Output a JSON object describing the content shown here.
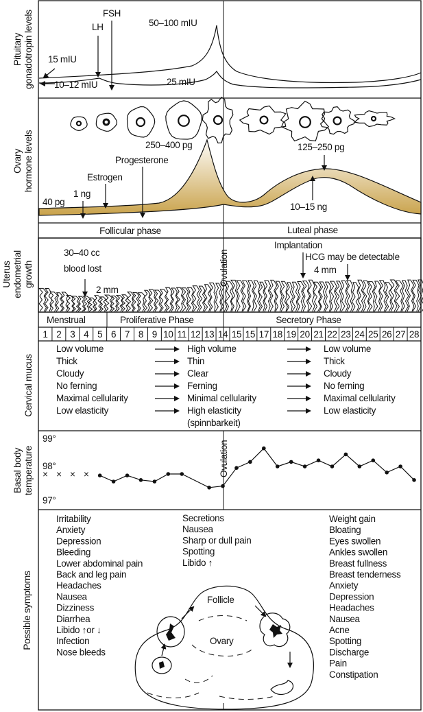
{
  "section_labels": {
    "pituitary": [
      "Pituitary",
      "gonadotropin levels"
    ],
    "ovary": [
      "Ovary",
      "hormone levels"
    ],
    "uterus": [
      "Uterus",
      "endometrial",
      "growth"
    ],
    "cervical": "Cervical mucus",
    "bbt": [
      "Basal body",
      "temperature"
    ],
    "symptoms": "Possible symptoms"
  },
  "pituitary": {
    "peak": "50–100 mIU",
    "fsh": "FSH",
    "lh": "LH",
    "lh_base": "15 mIU",
    "fsh_base": "10–12 mIU",
    "fsh_peak": "25 mIU"
  },
  "ovary": {
    "estrogen_peak": "250–400 pg",
    "progesterone": "Progesterone",
    "estrogen": "Estrogen",
    "prog_base": "1 ng",
    "estr_base": "40 pg",
    "luteal_estr": "125–250 pg",
    "luteal_prog": "10–15 ng",
    "fill_color": "#c9a24a",
    "phases": [
      "Follicular phase",
      "Luteal phase"
    ]
  },
  "uterus": {
    "blood1": "30–40 cc",
    "blood2": "blood lost",
    "thickness1": "2 mm",
    "ovulation": "Ovulation",
    "implantation": "Implantation",
    "hcg": "HCG may be detectable",
    "thickness2": "4 mm"
  },
  "phases": [
    "Menstrual",
    "Proliferative Phase",
    "Secretory Phase"
  ],
  "days": [
    "1",
    "2",
    "3",
    "4",
    "5",
    "6",
    "7",
    "8",
    "9",
    "10",
    "11",
    "12",
    "13",
    "14",
    "15",
    "15",
    "17",
    "18",
    "19",
    "20",
    "21",
    "22",
    "23",
    "24",
    "25",
    "26",
    "27",
    "28"
  ],
  "cervical_mucus": {
    "col1": [
      "Low volume",
      "Thick",
      "Cloudy",
      "No ferning",
      "Maximal cellularity",
      "Low elasticity"
    ],
    "col2": [
      "High volume",
      "Thin",
      "Clear",
      "Ferning",
      "Minimal cellularity",
      "High elasticity",
      "(spinnbarkeit)"
    ],
    "col3": [
      "Low volume",
      "Thick",
      "Cloudy",
      "No ferning",
      "Maximal cellularity",
      "Low elasticity"
    ]
  },
  "chart_data": {
    "type": "line",
    "title": "Basal body temperature",
    "yticks": [
      "99°",
      "98°",
      "97°"
    ],
    "ylim": [
      97,
      99
    ],
    "annotation": "Ovulation",
    "crosses": [
      {
        "day": 1,
        "t": 97.7
      },
      {
        "day": 2,
        "t": 97.7
      },
      {
        "day": 3,
        "t": 97.7
      },
      {
        "day": 4,
        "t": 97.7
      }
    ],
    "points": [
      {
        "day": 5,
        "t": 97.7
      },
      {
        "day": 6,
        "t": 97.5
      },
      {
        "day": 7,
        "t": 97.7
      },
      {
        "day": 8,
        "t": 97.55
      },
      {
        "day": 9,
        "t": 97.5
      },
      {
        "day": 10,
        "t": 97.75
      },
      {
        "day": 11,
        "t": 97.75
      },
      {
        "day": 13,
        "t": 97.3
      },
      {
        "day": 14,
        "t": 97.35
      },
      {
        "day": 15,
        "t": 97.95
      },
      {
        "day": 16,
        "t": 98.15
      },
      {
        "day": 17,
        "t": 98.6
      },
      {
        "day": 18,
        "t": 98.0
      },
      {
        "day": 19,
        "t": 98.15
      },
      {
        "day": 20,
        "t": 98.0
      },
      {
        "day": 21,
        "t": 98.2
      },
      {
        "day": 22,
        "t": 98.0
      },
      {
        "day": 23,
        "t": 98.4
      },
      {
        "day": 24,
        "t": 98.0
      },
      {
        "day": 25,
        "t": 98.2
      },
      {
        "day": 26,
        "t": 97.8
      },
      {
        "day": 27,
        "t": 98.0
      },
      {
        "day": 28,
        "t": 97.55
      }
    ]
  },
  "symptoms": {
    "col1": [
      "Irritability",
      "Anxiety",
      "Depression",
      "Bleeding",
      "Lower abdominal pain",
      "Back and leg pain",
      "Headaches",
      "Nausea",
      "Dizziness",
      "Diarrhea",
      "Libido ↑or ↓",
      "Infection",
      "Nose bleeds"
    ],
    "col2": [
      "Secretions",
      "Nausea",
      "Sharp or dull pain",
      "Spotting",
      "Libido ↑"
    ],
    "col3": [
      "Weight gain",
      "Bloating",
      "Eyes swollen",
      "Ankles swollen",
      "Breast fullness",
      "Breast tenderness",
      "Anxiety",
      "Depression",
      "Headaches",
      "Nausea",
      "Acne",
      "Spotting",
      "Discharge",
      "Pain",
      "Constipation"
    ],
    "follicle": "Follicle",
    "ovary": "Ovary"
  }
}
